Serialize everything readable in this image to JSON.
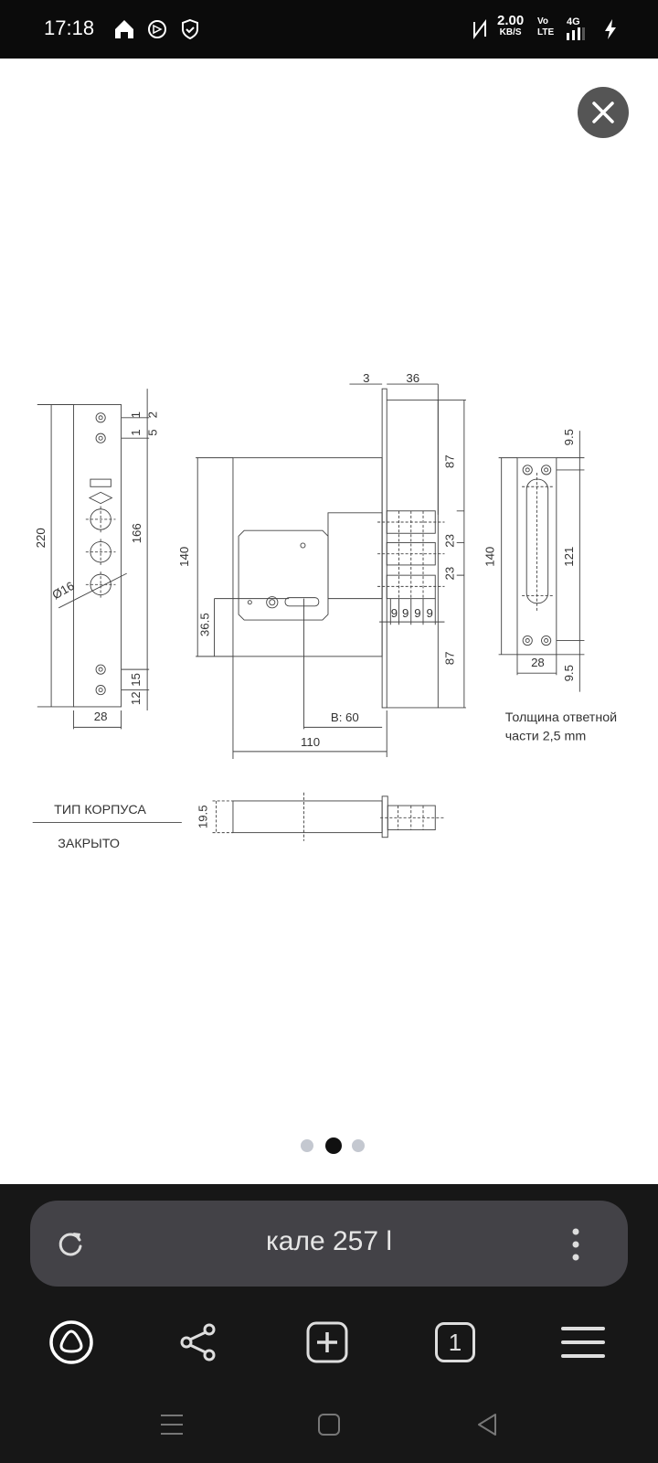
{
  "status_bar": {
    "time": "17:18",
    "net_speed": "2.00",
    "net_unit": "KB/S",
    "volte": "Vo LTE",
    "network": "4G"
  },
  "drawing": {
    "faceplate": {
      "height": "220",
      "hole_span": "166",
      "top_a": "1",
      "top_b": "1",
      "top_c": "2",
      "top_d": "5",
      "bottom_a": "15",
      "bottom_b": "12",
      "width": "28",
      "diameter": "Ø16"
    },
    "body": {
      "thickness": "3",
      "depth": "36",
      "height": "140",
      "cyl_height": "36.5",
      "upper": "87",
      "lower": "87",
      "bolt_gap1": "23",
      "bolt_gap2": "23",
      "bolt_steps": [
        "9",
        "9",
        "9",
        "9"
      ],
      "backset": "B: 60",
      "length": "110"
    },
    "strike": {
      "height": "140",
      "slot": "121",
      "top_margin": "9.5",
      "bottom_margin": "9.5",
      "width": "28",
      "note_line1": "Толщина ответной",
      "note_line2": "части  2,5 mm"
    },
    "side": {
      "case_type_label": "ТИП КОРПУСА",
      "case_type_value": "ЗАКРЫТО",
      "thickness": "19.5"
    }
  },
  "carousel": {
    "count": 3,
    "active": 2
  },
  "browser": {
    "query": "кале 257 l",
    "tabs_count": "1"
  }
}
